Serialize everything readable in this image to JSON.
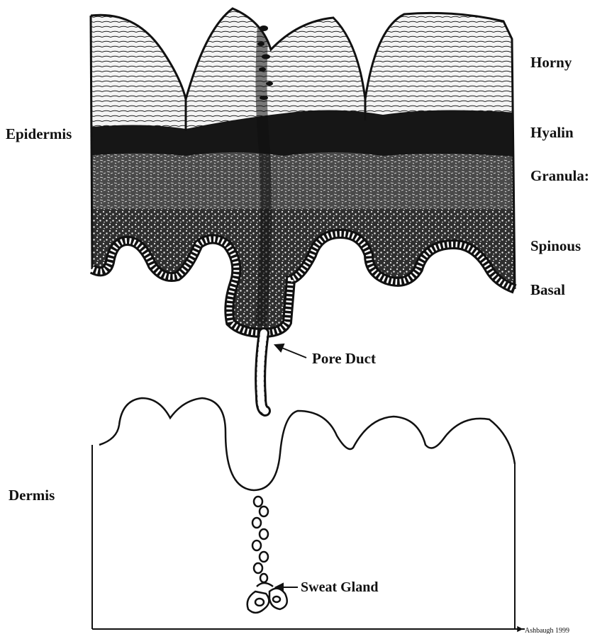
{
  "labels": {
    "epidermis": "Epidermis",
    "dermis": "Dermis",
    "horny": "Horny",
    "hyalin": "Hyalin",
    "granular": "Granula:",
    "spinous": "Spinous",
    "basal": "Basal",
    "pore_duct": "Pore Duct",
    "sweat_gland": "Sweat Gland",
    "credit": "Ashbaugh 1999"
  },
  "colors": {
    "ink": "#111111",
    "paper": "#ffffff",
    "horny_fill": "#f4f4f4",
    "hyalin_fill": "#1a1a1a",
    "granular_fill": "#3a3a3a",
    "spinous_fill": "#2a2a2a"
  }
}
